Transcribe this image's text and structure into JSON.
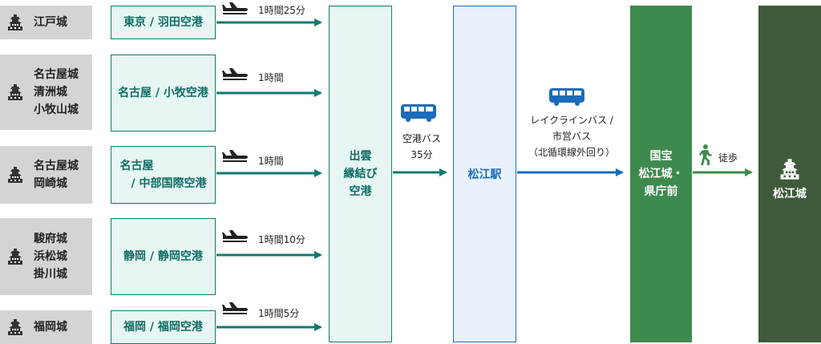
{
  "origins": [
    {
      "names": [
        "江戸城"
      ]
    },
    {
      "names": [
        "名古屋城",
        "清洲城",
        "小牧山城"
      ]
    },
    {
      "names": [
        "名古屋城",
        "岡崎城"
      ]
    },
    {
      "names": [
        "駿府城",
        "浜松城",
        "掛川城"
      ]
    },
    {
      "names": [
        "福岡城"
      ]
    }
  ],
  "airports": [
    {
      "lines": [
        "東京 / 羽田空港"
      ],
      "duration": "1時間25分"
    },
    {
      "lines": [
        "名古屋 / 小牧空港"
      ],
      "duration": "1時間"
    },
    {
      "lines": [
        "名古屋",
        "　/ 中部国際空港"
      ],
      "duration": "1時間"
    },
    {
      "lines": [
        "静岡 / 静岡空港"
      ],
      "duration": "1時間10分"
    },
    {
      "lines": [
        "福岡 / 福岡空港"
      ],
      "duration": "1時間5分"
    }
  ],
  "hub": {
    "lines": [
      "出雲",
      "縁結び",
      "空港"
    ]
  },
  "bus1": {
    "lines": [
      "空港バス",
      "35分"
    ]
  },
  "station": {
    "label": "松江駅"
  },
  "bus2": {
    "lines": [
      "レイクラインバス /",
      "市営バス",
      "（北循環線外回り）"
    ]
  },
  "stop": {
    "lines": [
      "国宝",
      "松江城・",
      "県庁前"
    ]
  },
  "walk": {
    "label": "徒歩"
  },
  "destination": {
    "label": "松江城"
  },
  "colors": {
    "teal": "#117a6e",
    "blue": "#1b6cb9",
    "green": "#3e8a4e",
    "dark_green": "#3f5a3a",
    "origin_gray": "#d4d4d4"
  },
  "icons": {
    "castle": "castle-icon",
    "plane": "airplane-icon",
    "bus": "bus-icon",
    "walk": "walking-person-icon"
  }
}
